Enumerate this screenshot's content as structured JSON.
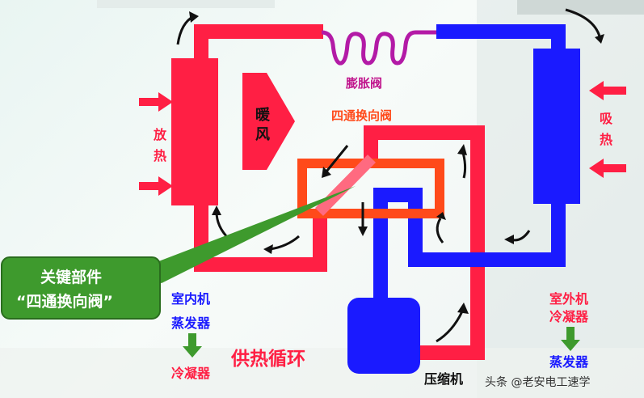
{
  "labels": {
    "expansion_valve": "膨胀阀",
    "four_way_valve": "四通换向阀",
    "warm_air": "暖风",
    "release_heat": "放热",
    "absorb_heat": "吸热",
    "key_part_line1": "关键部件",
    "key_part_line2": "“四通换向阀”",
    "indoor_unit": "室内机",
    "indoor_evaporator": "蒸发器",
    "indoor_condenser": "冷凝器",
    "heating_cycle": "供热循环",
    "compressor": "压缩机",
    "outdoor_unit": "室外机",
    "outdoor_condenser": "冷凝器",
    "outdoor_evaporator": "蒸发器",
    "watermark": "头条 @老安电工速学"
  },
  "colors": {
    "hot_pipe": "#ff1f44",
    "cold_pipe": "#1a1aff",
    "valve_orange": "#ff4a1a",
    "coil_magenta": "#b31aa6",
    "callout_green": "#3e9a2d",
    "arrow_green": "#3e9a2d",
    "text_magenta": "#c0148c"
  },
  "icons": {
    "flow_arrow": "curved-arrow-icon",
    "heat_arrow": "red-arrow-icon",
    "down_arrow": "green-down-arrow-icon"
  }
}
